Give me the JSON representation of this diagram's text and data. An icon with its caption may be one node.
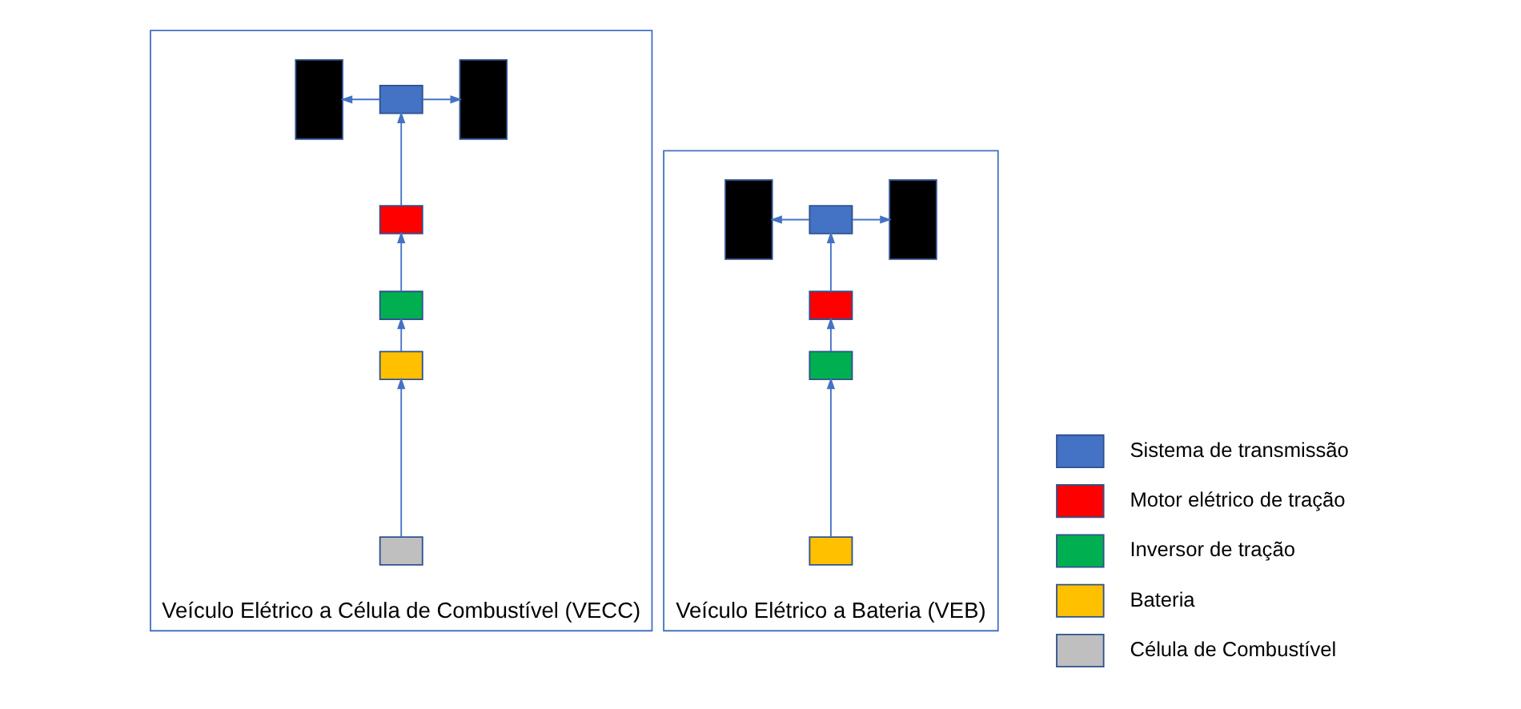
{
  "diagram": {
    "nodes": [
      {
        "text": [
          "Veículo Elétrico a Célula de Combustível (VECC)"
        ]
      },
      {
        "text": [],
        "shape": "box",
        "in": 0
      },
      {
        "text": [],
        "shape": "box",
        "in": 0
      },
      {
        "text": [],
        "shape": "box",
        "in": 0
      },
      {
        "text": [],
        "shape": "box",
        "in": 0
      },
      {
        "text": [],
        "shape": "box",
        "in": 0
      },
      {
        "text": [],
        "shape": "box",
        "in": 0
      },
      {
        "text": [],
        "shape": "box",
        "in": 0
      },
      {
        "text": [
          "Veículo Elétrico a Bateria (VEB)"
        ]
      },
      {
        "text": [],
        "shape": "box",
        "in": 8
      },
      {
        "text": [],
        "shape": "box",
        "in": 8
      },
      {
        "text": [],
        "shape": "box",
        "in": 8
      },
      {
        "text": [],
        "shape": "box",
        "in": 8
      },
      {
        "text": [],
        "shape": "box",
        "in": 8
      },
      {
        "text": [],
        "shape": "box",
        "in": 8
      }
    ],
    "edges": [
      {
        "from": 2,
        "to": 1,
        "arrow": "to"
      },
      {
        "from": 2,
        "to": 3,
        "arrow": "to"
      },
      {
        "from": 4,
        "to": 2,
        "arrow": "to"
      },
      {
        "from": 5,
        "to": 4,
        "arrow": "to"
      },
      {
        "from": 6,
        "to": 5,
        "arrow": "to"
      },
      {
        "from": 7,
        "to": 6,
        "arrow": "to"
      },
      {
        "from": 10,
        "to": 9,
        "arrow": "to"
      },
      {
        "from": 10,
        "to": 11,
        "arrow": "to"
      },
      {
        "from": 12,
        "to": 10,
        "arrow": "to"
      },
      {
        "from": 13,
        "to": 12,
        "arrow": "to"
      },
      {
        "from": 14,
        "to": 13,
        "arrow": "to"
      }
    ],
    "legend": [
      {
        "text": "Sistema de transmissão",
        "color": "#4472c4"
      },
      {
        "text": "Motor elétrico de tração",
        "color": "#ff0000"
      },
      {
        "text": "Inversor de tração",
        "color": "#00b050"
      },
      {
        "text": "Bateria",
        "color": "#ffc000"
      },
      {
        "text": "Célula de Combustível",
        "color": "#bfbfbf"
      }
    ]
  }
}
